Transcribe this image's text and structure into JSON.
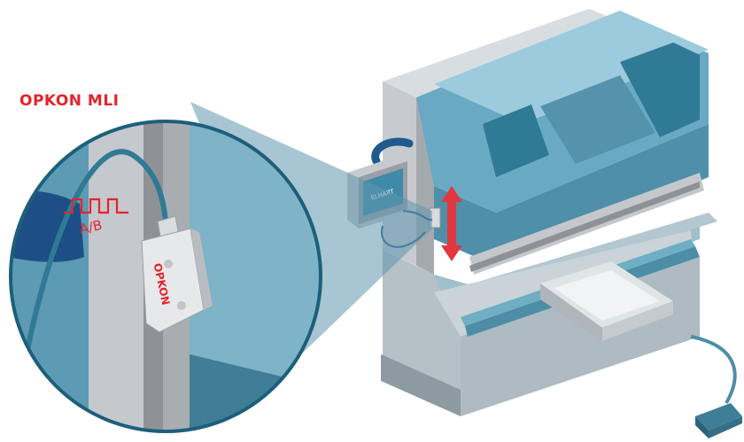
{
  "title": "OPKON MLI",
  "signal_label": "A/B",
  "sensor_brand": "OPKON",
  "display_brand": "ELHART",
  "colors": {
    "title_red": "#e3242b",
    "machine_blue_light": "#8fc3d8",
    "machine_blue_mid": "#5d9fb9",
    "machine_blue_dark": "#2f6f8a",
    "frame_gray": "#b9bcc0",
    "frame_gray_dark": "#8e9296",
    "arrow_red": "#e0383e"
  },
  "icons": [
    "square-wave-icon",
    "up-down-arrow-icon",
    "foot-pedal-icon",
    "display-unit-icon",
    "magnetic-sensor-icon"
  ]
}
